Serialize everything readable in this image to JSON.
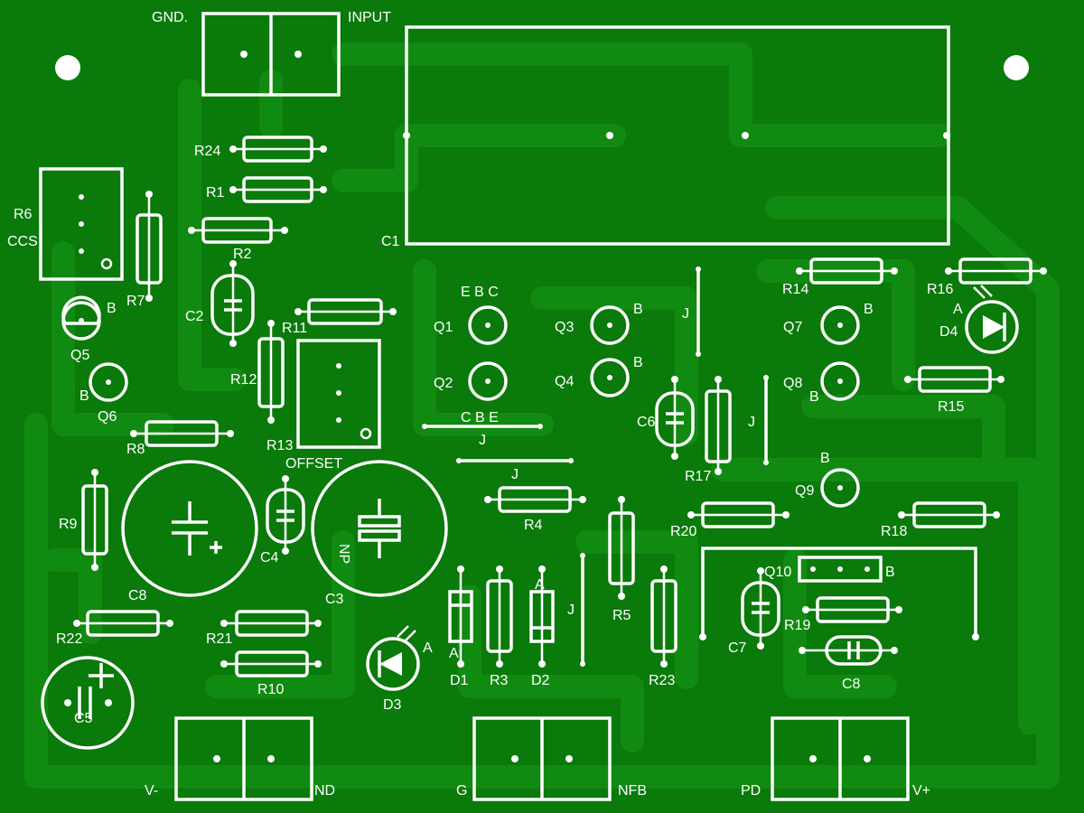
{
  "board": {
    "background": "#0a7a0a",
    "copper": "#118a11",
    "silkscreen": "#ffffff"
  },
  "connectors": {
    "input": {
      "left": "GND.",
      "right": "INPUT"
    },
    "power_left": {
      "left": "V-",
      "right": "ND"
    },
    "feedback": {
      "left": "G",
      "right": "NFB"
    },
    "power_right": {
      "left": "PD",
      "right": "V+"
    }
  },
  "resistors": [
    "R1",
    "R2",
    "R3",
    "R4",
    "R5",
    "R6",
    "R7",
    "R8",
    "R9",
    "R10",
    "R11",
    "R12",
    "R13",
    "R14",
    "R15",
    "R16",
    "R17",
    "R18",
    "R19",
    "R20",
    "R21",
    "R22",
    "R23",
    "R24"
  ],
  "capacitors": [
    "C1",
    "C2",
    "C3",
    "C4",
    "C5",
    "C6",
    "C7",
    "C8",
    "C8"
  ],
  "transistors": [
    "Q1",
    "Q2",
    "Q3",
    "Q4",
    "Q5",
    "Q6",
    "Q7",
    "Q8",
    "Q9",
    "Q10"
  ],
  "diodes": [
    "D1",
    "D2",
    "D3",
    "D4"
  ],
  "misc": {
    "ccs": "CCS",
    "offset": "OFFSET",
    "np": "NP",
    "jumper": "J",
    "pin_b": "B",
    "pin_a": "A",
    "plus": "+",
    "ebc": "E  B  C",
    "cbe": "C  B  E"
  }
}
